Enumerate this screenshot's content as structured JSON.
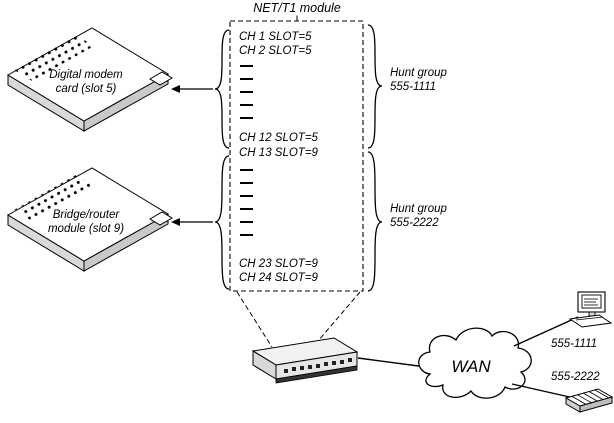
{
  "diagram": {
    "module_title": "NET/T1 module",
    "channels": {
      "group1_top": [
        "CH 1 SLOT=5",
        "CH 2 SLOT=5"
      ],
      "group1_last": "CH 12 SLOT=5",
      "group2_first": "CH 13 SLOT=9",
      "group2_bottom": [
        "CH 23 SLOT=9",
        "CH 24 SLOT=9"
      ]
    },
    "hunt_groups": [
      {
        "name": "Hunt group",
        "number": "555-1111"
      },
      {
        "name": "Hunt group",
        "number": "555-2222"
      }
    ],
    "cards": [
      {
        "line1": "Digital modem",
        "line2": "card (slot 5)"
      },
      {
        "line1": "Bridge/router",
        "line2": "module (slot 9)"
      }
    ],
    "wan_label": "WAN",
    "endpoints": [
      {
        "label": "555-1111"
      },
      {
        "label": "555-2222"
      }
    ]
  }
}
